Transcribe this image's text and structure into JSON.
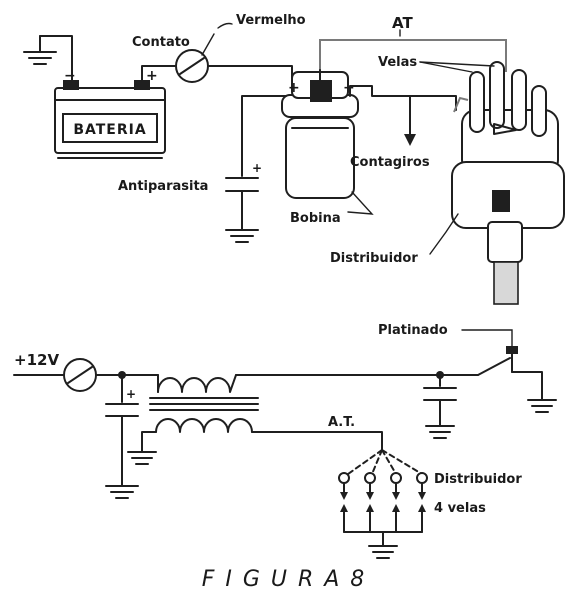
{
  "labels": {
    "contato": "Contato",
    "vermelho": "Vermelho",
    "at": "AT",
    "velas": "Velas",
    "bateria": "BATERIA",
    "antiparasita": "Antiparasita",
    "bobina": "Bobina",
    "contagiros": "Contagiros",
    "distribuidor_top": "Distribuidor",
    "plus12v": "+12V",
    "platinado": "Platinado",
    "at2": "A.T.",
    "distribuidor_bottom": "Distribuidor",
    "quatro_velas": "4 velas",
    "figura": "F I G U R A   8"
  },
  "polarity": {
    "plus": "+",
    "minus": "−"
  }
}
